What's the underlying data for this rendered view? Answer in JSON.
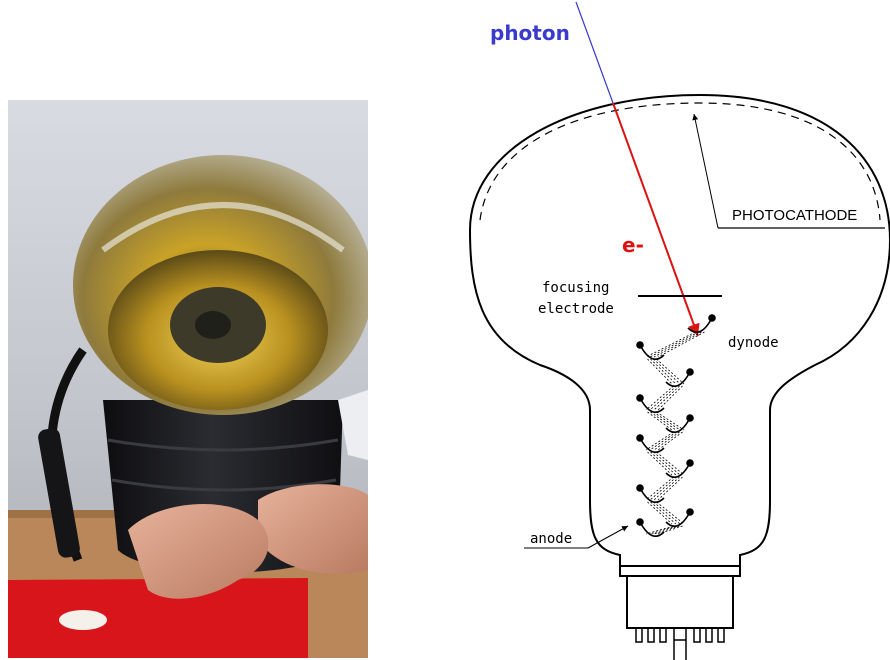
{
  "labels": {
    "photon": "photon",
    "electron": "e-",
    "photocathode": "PHOTOCATHODE",
    "focusing_line1": "focusing",
    "focusing_line2": "electrode",
    "dynode": "dynode",
    "anode": "anode"
  },
  "colors": {
    "photon": "#3a3acc",
    "electron": "#dd1111",
    "outline": "#000000",
    "photo_background": "#c9cbd2",
    "dome_gold": "#c9a227",
    "base_black": "#1b1b1d",
    "red_board": "#d8151b",
    "cardboard": "#b9875a"
  },
  "icons": {
    "photo": "photomultiplier-tube-photo",
    "diagram": "photomultiplier-tube-schematic"
  }
}
